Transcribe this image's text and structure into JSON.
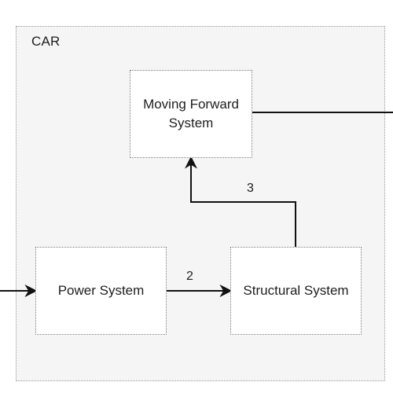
{
  "diagram": {
    "container": {
      "label": "CAR"
    },
    "nodes": {
      "moving_forward": "Moving Forward\nSystem",
      "power": "Power System",
      "structural": "Structural System"
    },
    "edges": {
      "power_to_structural": "2",
      "structural_to_moving": "3"
    }
  }
}
